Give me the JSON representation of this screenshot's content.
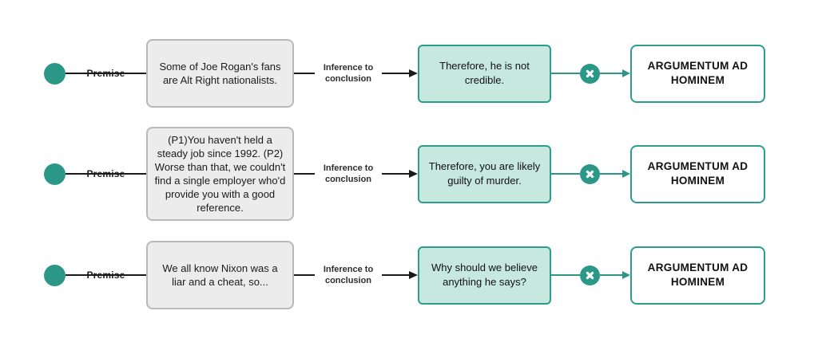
{
  "diagram": {
    "description": "Argument-mapping diagram showing three examples of the ad hominem fallacy",
    "colors": {
      "teal": "#2a9787",
      "teal_border": "#2a9d8d",
      "conclusion_fill": "#c6e8df",
      "premise_fill": "#ececec",
      "premise_border": "#b9b9b9",
      "line_black": "#1a1a1a"
    },
    "labels": {
      "premise": "Premise",
      "inference": "Inference to conclusion"
    },
    "icons": {
      "reject": "x-circle"
    },
    "rows": [
      {
        "premise": "Some of Joe Rogan's fans are Alt Right nationalists.",
        "conclusion": "Therefore, he is not credible.",
        "fallacy": "ARGUMENTUM AD HOMINEM"
      },
      {
        "premise": "(P1)You haven't held a steady job since 1992. (P2) Worse than that, we couldn't find a single employer who'd provide you with a good reference.",
        "conclusion": "Therefore, you are likely guilty of murder.",
        "fallacy": "ARGUMENTUM AD HOMINEM"
      },
      {
        "premise": "We all know Nixon was a liar and a cheat, so...",
        "conclusion": "Why should we believe anything he says?",
        "fallacy": "ARGUMENTUM AD HOMINEM"
      }
    ]
  }
}
